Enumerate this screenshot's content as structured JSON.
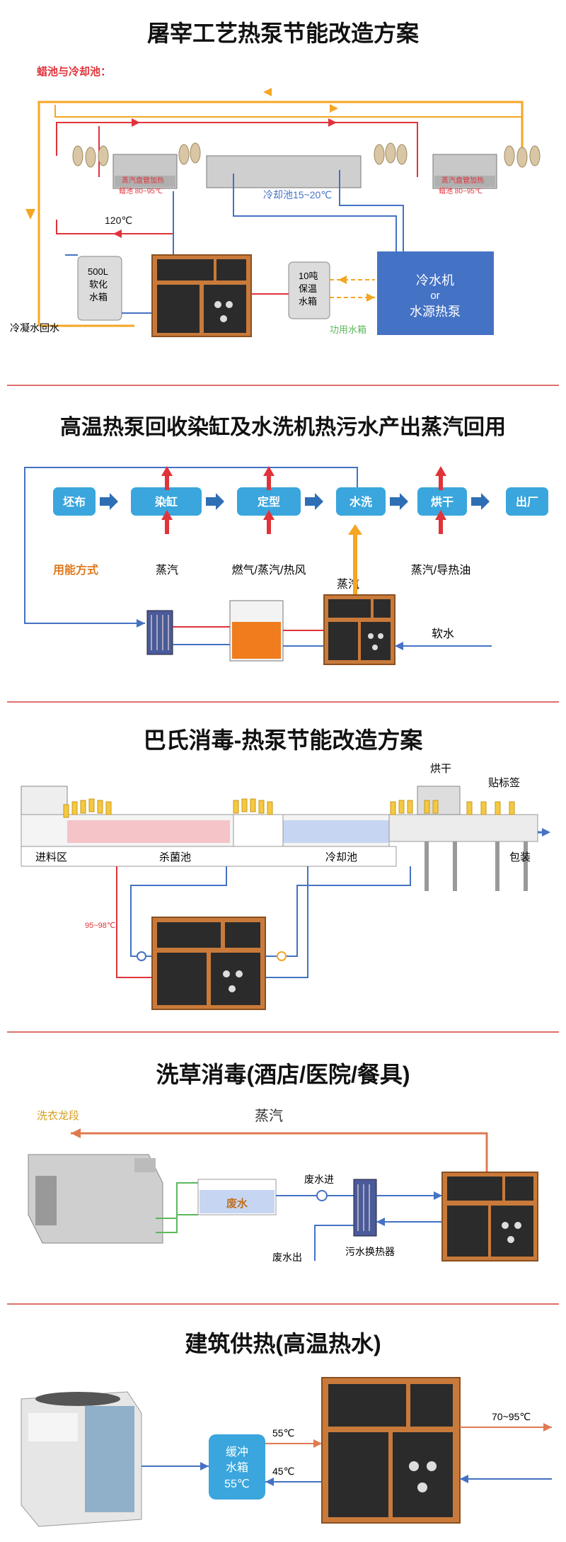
{
  "colors": {
    "orange": "#f5a623",
    "red": "#e0333a",
    "blue": "#4472c4",
    "green": "#5cb85c",
    "flow_box": "#3aa6dd",
    "chiller_box": "#4472c4",
    "heat_pump": "#c97a3a"
  },
  "s1": {
    "title": "屠宰工艺热泵节能改造方案",
    "subtitle": "蜡池与冷却池：",
    "steam_heat_1": "蒸汽盘管加热",
    "wax_pool_1": "蜡池 80~95℃",
    "steam_heat_2": "蒸汽盘管加热",
    "wax_pool_2": "蜡池 80~95℃",
    "cooling_pool": "冷却池15~20℃",
    "temp_120": "120℃",
    "tank_500_1": "500L",
    "tank_500_2": "软化",
    "tank_500_3": "水箱",
    "tank_10_1": "10吨",
    "tank_10_2": "保温",
    "tank_10_3": "水箱",
    "chiller_1": "冷水机",
    "chiller_2": "or",
    "chiller_3": "水源热泵",
    "condensate": "冷凝水回水",
    "process_water": "功用水箱"
  },
  "s2": {
    "title": "高温热泵回收染缸及水洗机热污水产出蒸汽回用",
    "steps": [
      "坯布",
      "染缸",
      "定型",
      "水洗",
      "烘干",
      "出厂"
    ],
    "energy_mode": "用能方式",
    "use_1": "蒸汽",
    "use_2": "燃气/蒸汽/热风",
    "use_3": "蒸汽",
    "use_4": "蒸汽/导热油",
    "soft_water": "软水"
  },
  "s3": {
    "title": "巴氏消毒-热泵节能改造方案",
    "dry": "烘干",
    "label": "贴标签",
    "feed": "进料区",
    "sterilize": "杀菌池",
    "cool": "冷却池",
    "pack": "包装",
    "temp": "95~98℃"
  },
  "s4": {
    "title": "洗草消毒(酒店/医院/餐具)",
    "washer": "洗衣龙段",
    "steam": "蒸汽",
    "waste_water": "废水",
    "waste_in": "废水进",
    "waste_out": "废水出",
    "exchanger": "污水换热器"
  },
  "s5": {
    "title": "建筑供热(高温热水)",
    "buffer_1": "缓冲",
    "buffer_2": "水箱",
    "buffer_3": "55℃",
    "t55": "55℃",
    "t45": "45℃",
    "tout": "70~95℃"
  }
}
